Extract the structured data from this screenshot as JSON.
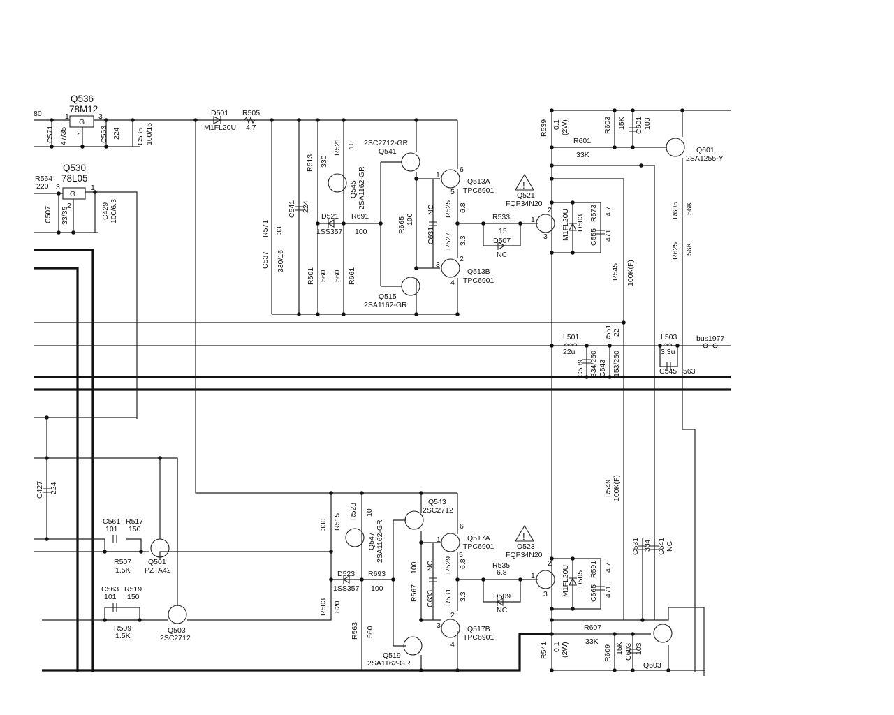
{
  "labels": {
    "q536_ref": "Q536",
    "q536_type": "78M12",
    "q530_ref": "Q530",
    "q530_type": "78L05",
    "net_80": "80",
    "reg_g": "G",
    "reg_p1": "1",
    "reg_p2": "2",
    "reg_p3": "3",
    "c571": "C571",
    "c571_v": "47/35",
    "c553": "C553",
    "c553_v": "224",
    "c535": "C535",
    "c535_v": "100/16",
    "r564": "R564",
    "r564_v": "220",
    "c507": "C507",
    "c507_v": "33/35",
    "c429": "C429",
    "c429_v": "100/6.3",
    "d501": "D501",
    "d501_v": "M1FL20U",
    "r505": "R505",
    "r505_v": "4.7",
    "r513": "R513",
    "r513_v": "330",
    "r521": "R521",
    "r521_v": "10",
    "q545": "Q545",
    "q545_v": "2SA1162-GR",
    "q541": "Q541",
    "q541_v": "2SC2712-GR",
    "q513a": "Q513A",
    "q513a_v": "TPC6901",
    "q513b": "Q513B",
    "q513b_v": "TPC6901",
    "q515": "Q515",
    "q515_v": "2SA1162-GR",
    "c541": "C541",
    "c541_v": "224",
    "d521": "D521",
    "d521_v": "1SS357",
    "r691": "R691",
    "r691_v": "100",
    "r665": "R665",
    "r665_v": "100",
    "c631": "C631",
    "c631_v": "NC",
    "r525": "R525",
    "r525_v": "6.8",
    "r527": "R527",
    "r527_v": "3.3",
    "r533": "R533",
    "r533_v": "15",
    "d507": "D507",
    "d507_v": "NC",
    "r571": "R571",
    "r571_v": "33",
    "c537": "C537",
    "c537_v": "330/16",
    "r501": "R501",
    "r501_v": "560",
    "r661": "R661",
    "r661_v": "560",
    "r539": "R539",
    "r539_v": "0.1",
    "r539_w": "(2W)",
    "r601": "R601",
    "r601_v": "33K",
    "r603": "R603",
    "r603_v": "15K",
    "c601": "C601",
    "c601_v": "103",
    "q601": "Q601",
    "q601_v": "2SA1255-Y",
    "q521": "Q521",
    "q521_v": "FQP34N20",
    "d503": "D503",
    "d503_v": "M1FL20U",
    "r573": "R573",
    "r573_v": "4.7",
    "c555": "C555",
    "c555_v": "471",
    "r605": "R605",
    "r605_v": "56K",
    "r625": "R625",
    "r625_v": "56K",
    "r545": "R545",
    "r545_v": "100K(F)",
    "l501": "L501",
    "l501_v": "22u",
    "r551": "R551",
    "r551_v": "22",
    "c539": "C539",
    "c539_v": "334/250",
    "c543": "C543",
    "c543_v": "153/250",
    "l503": "L503",
    "l503_v": "3.3u",
    "c545": "C545",
    "c545_v": "563",
    "bus": "bus1977",
    "c427": "C427",
    "c427_v": "224",
    "c561": "C561",
    "c561_v": "101",
    "r517": "R517",
    "r517_v": "150",
    "r507": "R507",
    "r507_v": "1.5K",
    "q501": "Q501",
    "q501_v": "PZTA42",
    "c563": "C563",
    "c563_v": "101",
    "r519": "R519",
    "r519_v": "150",
    "r509": "R509",
    "r509_v": "1.5K",
    "q503": "Q503",
    "q503_v": "2SC2712",
    "r515": "R515",
    "r515_v": "330",
    "r523": "R523",
    "r523_v": "10",
    "q547": "Q547",
    "q547_v": "2SA1162-GR",
    "q543": "Q543",
    "q543_v": "2SC2712",
    "q517a": "Q517A",
    "q517a_v": "TPC6901",
    "q517b": "Q517B",
    "q517b_v": "TPC6901",
    "q519": "Q519",
    "q519_v": "2SA1162-GR",
    "d523": "D523",
    "d523_v": "1SS357",
    "r693": "R693",
    "r693_v": "100",
    "r567": "R567",
    "r567_v": "100",
    "c633": "C633",
    "c633_v": "NC",
    "r529": "R529",
    "r529_v": "6.8",
    "r531": "R531",
    "r531_v": "3.3",
    "r535": "R535",
    "r535_v": "6.8",
    "d509": "D509",
    "d509_v": "NC",
    "r503": "R503",
    "r503_v": "820",
    "r563": "R563",
    "r563_v": "560",
    "q523": "Q523",
    "q523_v": "FQP34N20",
    "d505": "D505",
    "d505_v": "M1FL20U",
    "r591": "R591",
    "r591_v": "4.7",
    "c565": "C565",
    "c565_v": "471",
    "r549": "R549",
    "r549_v": "100K(F)",
    "c531": "C531",
    "c531_v": "334",
    "c641": "C641",
    "c641_v": "NC",
    "r541": "R541",
    "r541_v": "0.1",
    "r541_w": "(2W)",
    "r607": "R607",
    "r607_v": "33K",
    "r609": "R609",
    "r609_v": "15K",
    "c603": "C603",
    "c603_v": "103",
    "q603": "Q603",
    "pin1": "1",
    "pin2": "2",
    "pin3": "3",
    "pin4": "4",
    "pin5": "5",
    "pin6": "6",
    "warn": "!"
  }
}
